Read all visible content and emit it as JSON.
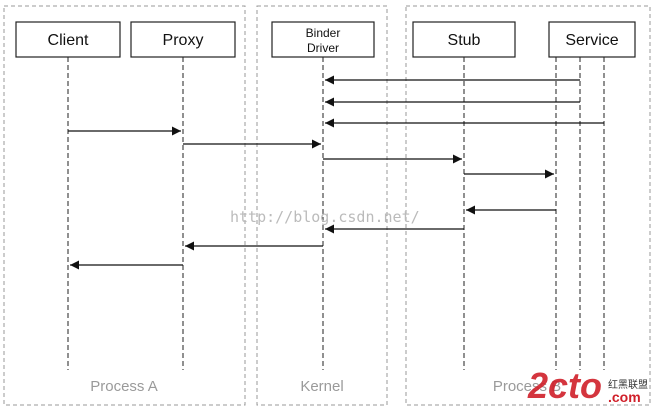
{
  "regions": [
    {
      "id": "process-a",
      "label": "Process A"
    },
    {
      "id": "kernel",
      "label": "Kernel"
    },
    {
      "id": "process-b",
      "label": "Process B"
    }
  ],
  "participants": [
    {
      "id": "client",
      "label": "Client"
    },
    {
      "id": "proxy",
      "label": "Proxy"
    },
    {
      "id": "binder",
      "label_line1": "Binder",
      "label_line2": "Driver"
    },
    {
      "id": "stub",
      "label": "Stub"
    },
    {
      "id": "service",
      "label": "Service"
    }
  ],
  "messages": [
    {
      "from": "service",
      "to": "binder"
    },
    {
      "from": "service",
      "to": "binder"
    },
    {
      "from": "service",
      "to": "binder"
    },
    {
      "from": "client",
      "to": "proxy"
    },
    {
      "from": "proxy",
      "to": "binder"
    },
    {
      "from": "binder",
      "to": "stub"
    },
    {
      "from": "stub",
      "to": "service"
    },
    {
      "from": "service",
      "to": "stub"
    },
    {
      "from": "stub",
      "to": "binder"
    },
    {
      "from": "binder",
      "to": "proxy"
    },
    {
      "from": "proxy",
      "to": "client"
    }
  ],
  "watermark": "http://blog.csdn.net/",
  "logo": {
    "text": "2cto",
    "domain": ".com",
    "cn": "红黑联盟"
  },
  "colors": {
    "region_border": "#9a9a9a",
    "line": "#111111",
    "logo_red": "#d0202a"
  }
}
